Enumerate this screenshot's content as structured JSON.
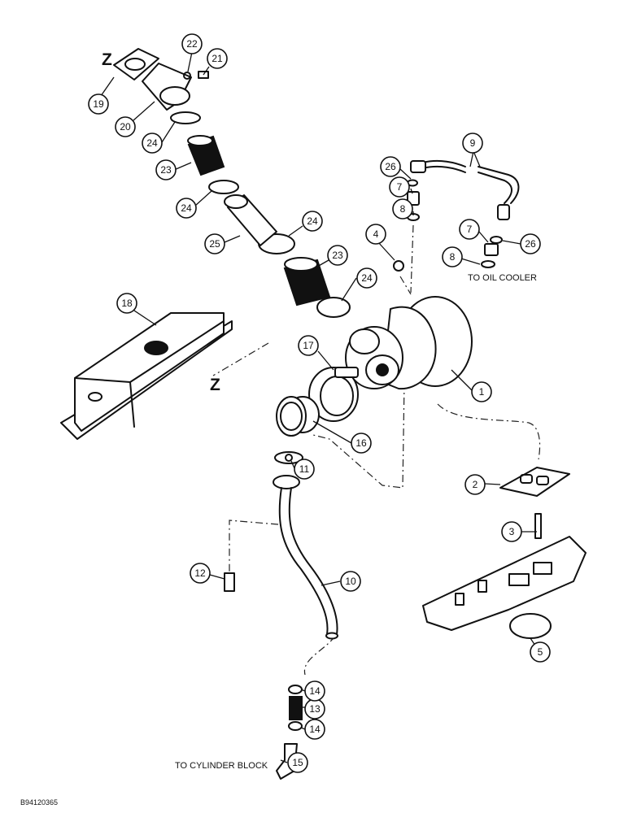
{
  "callouts": [
    {
      "id": "c1",
      "label": "1"
    },
    {
      "id": "c2",
      "label": "2"
    },
    {
      "id": "c3",
      "label": "3"
    },
    {
      "id": "c4",
      "label": "4"
    },
    {
      "id": "c5",
      "label": "5"
    },
    {
      "id": "c7a",
      "label": "7"
    },
    {
      "id": "c7b",
      "label": "7"
    },
    {
      "id": "c8a",
      "label": "8"
    },
    {
      "id": "c8b",
      "label": "8"
    },
    {
      "id": "c9",
      "label": "9"
    },
    {
      "id": "c10",
      "label": "10"
    },
    {
      "id": "c11",
      "label": "11"
    },
    {
      "id": "c12",
      "label": "12"
    },
    {
      "id": "c13",
      "label": "13"
    },
    {
      "id": "c14a",
      "label": "14"
    },
    {
      "id": "c14b",
      "label": "14"
    },
    {
      "id": "c15",
      "label": "15"
    },
    {
      "id": "c16",
      "label": "16"
    },
    {
      "id": "c17",
      "label": "17"
    },
    {
      "id": "c18",
      "label": "18"
    },
    {
      "id": "c19",
      "label": "19"
    },
    {
      "id": "c20",
      "label": "20"
    },
    {
      "id": "c21",
      "label": "21"
    },
    {
      "id": "c22",
      "label": "22"
    },
    {
      "id": "c23a",
      "label": "23"
    },
    {
      "id": "c23b",
      "label": "23"
    },
    {
      "id": "c24a",
      "label": "24"
    },
    {
      "id": "c24b",
      "label": "24"
    },
    {
      "id": "c24c",
      "label": "24"
    },
    {
      "id": "c24d",
      "label": "24"
    },
    {
      "id": "c25",
      "label": "25"
    },
    {
      "id": "c26a",
      "label": "26"
    },
    {
      "id": "c26b",
      "label": "26"
    }
  ],
  "notes": {
    "to_oil_cooler": "TO OIL COOLER",
    "to_cylinder_block": "TO CYLINDER BLOCK",
    "zone_top": "Z",
    "zone_side": "Z"
  },
  "figure_code": "B94120365"
}
